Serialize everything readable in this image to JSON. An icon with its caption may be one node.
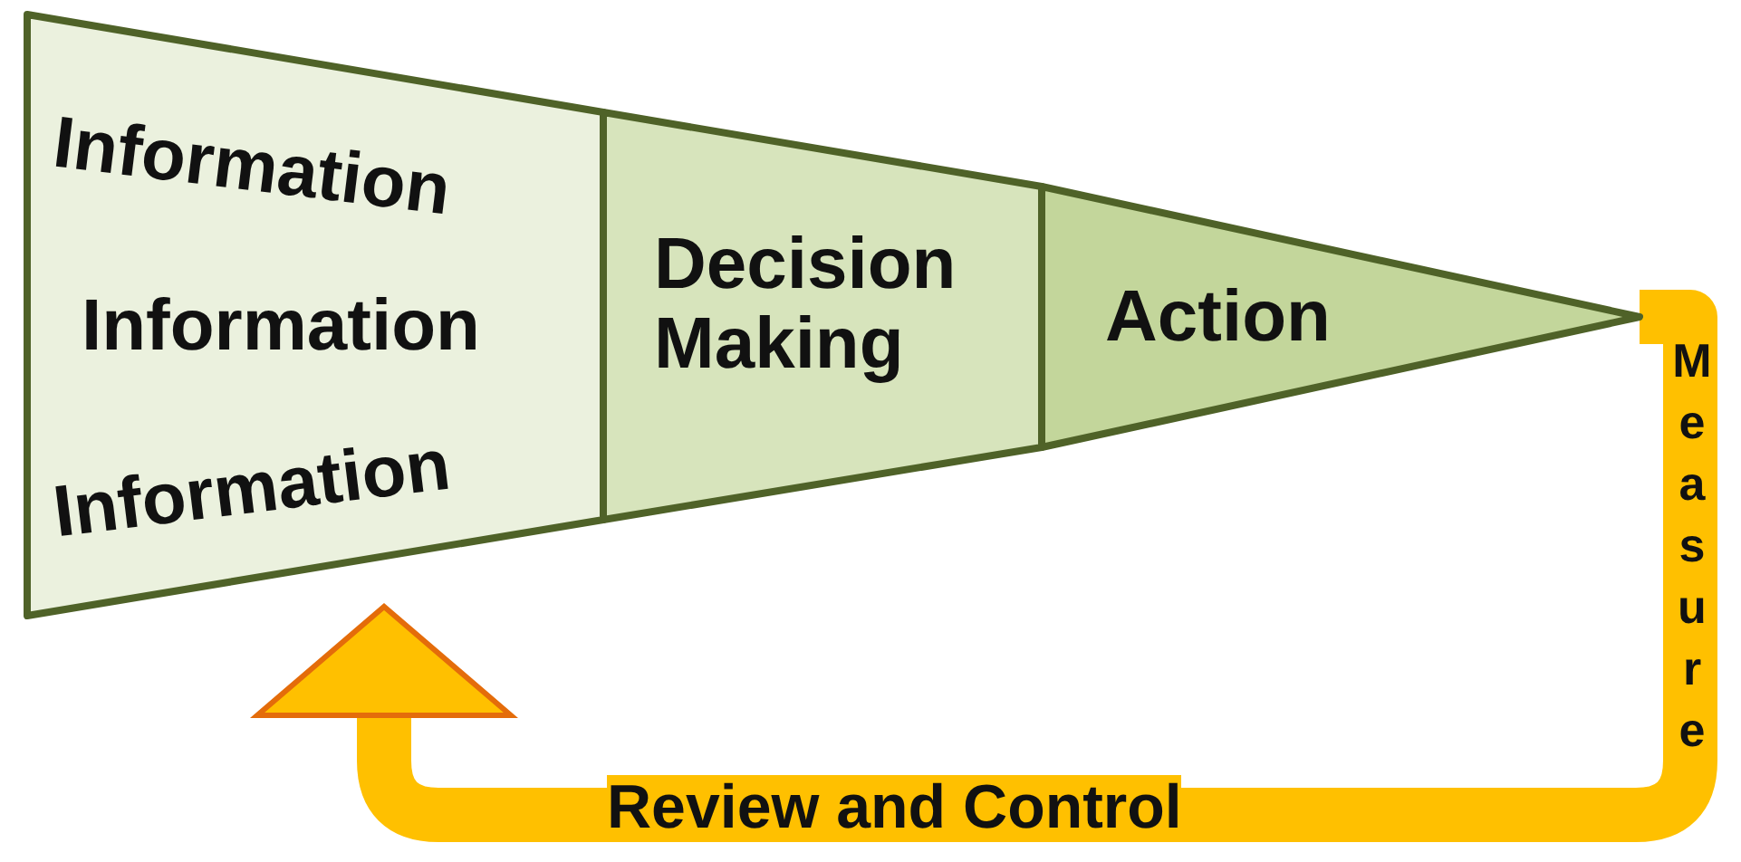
{
  "diagram": {
    "nodes": [
      {
        "text": [
          "Information",
          "Information",
          "Information"
        ]
      },
      {
        "text": [
          "Decision Making"
        ]
      },
      {
        "text": [
          "Action"
        ]
      }
    ],
    "edges": [
      {
        "from": 2,
        "to": 0,
        "arrow": "to",
        "label": "Review and Control"
      }
    ],
    "labels": [
      "Measure"
    ]
  }
}
